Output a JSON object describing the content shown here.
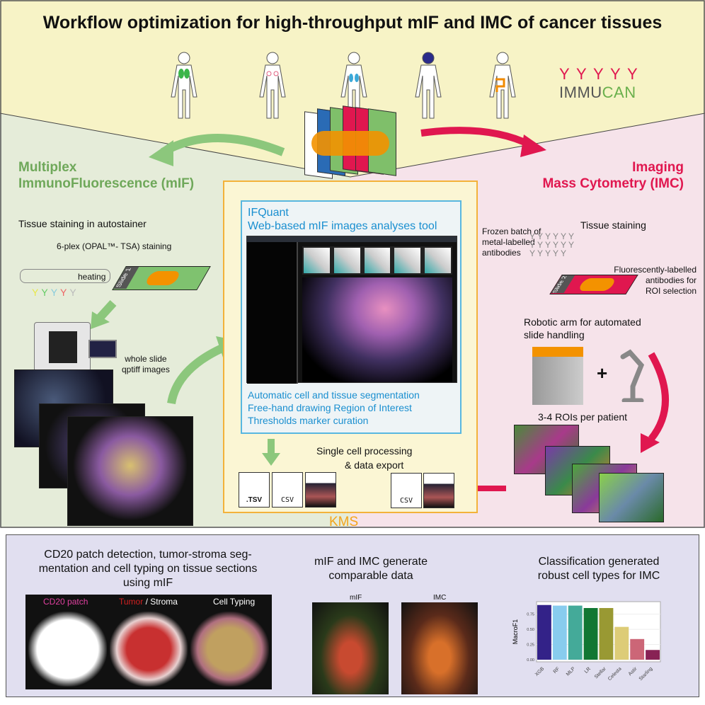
{
  "title": "Workflow optimization for high-throughput mIF and IMC of cancer tissues",
  "logo": {
    "text_a": "IMMU",
    "text_b": "CAN"
  },
  "mif": {
    "title_line1": "Multiplex",
    "title_line2": "ImmunoFluorescence (mIF)",
    "staining": "Tissue staining in autostainer",
    "plex": "6-plex (OPAL™- TSA) staining",
    "heating": "heating",
    "slide": "Slide 1",
    "images_line1": "whole slide",
    "images_line2": "qptiff images"
  },
  "imc": {
    "title_line1": "Imaging",
    "title_line2": "Mass Cytometry (IMC)",
    "staining": "Tissue staining",
    "frozen": [
      "Frozen batch of",
      "metal-labelled",
      "antibodies"
    ],
    "fluor": [
      "Fluorescently-labelled",
      "antibodies for",
      "ROI selection"
    ],
    "slide": "Slide 2",
    "robot": [
      "Robotic arm for automated",
      "slide handling"
    ],
    "plus": "+",
    "rois": "3-4 ROIs per patient"
  },
  "ifquant": {
    "name": "IFQuant",
    "subtitle": "Web-based mIF images analyses tool",
    "features": [
      "Automatic cell and tissue segmentation",
      "Free-hand drawing Region of Interest",
      "Thresholds marker curation"
    ]
  },
  "export": {
    "line1": "Single cell processing",
    "line2": "& data export",
    "files_left": [
      ".TSV",
      "CSV",
      ""
    ],
    "files_right": [
      "CSV",
      ""
    ]
  },
  "kms": "KMS",
  "bottom": {
    "panel1": {
      "title": [
        "CD20 patch detection, tumor-stroma seg-",
        "mentation and cell typing on tissue sections",
        "using mIF"
      ],
      "labels": {
        "cd20": "CD20 patch",
        "tumor": "Tumor",
        "stroma": " / Stroma",
        "celltyping": "Cell Typing"
      }
    },
    "panel2": {
      "title": [
        "mIF and IMC generate",
        "comparable data"
      ],
      "labels": [
        "mIF",
        "IMC"
      ]
    },
    "panel3": {
      "title": [
        "Classification generated",
        "robust cell types for IMC"
      ]
    }
  },
  "chart_data": {
    "type": "bar",
    "ylabel": "MacroF1",
    "xlabel": "",
    "categories": [
      "XGB",
      "RF",
      "MLP",
      "LR",
      "Stellar",
      "Celesta",
      "Astir",
      "Starling"
    ],
    "values": [
      0.9,
      0.89,
      0.89,
      0.85,
      0.85,
      0.54,
      0.34,
      0.16
    ],
    "colors": [
      "#332288",
      "#88ccee",
      "#44aa99",
      "#117733",
      "#999933",
      "#ddcc77",
      "#cc6677",
      "#882255"
    ],
    "yticks": [
      "0.00",
      "0.25",
      "0.50",
      "0.75"
    ],
    "ylim": [
      0,
      0.92
    ],
    "grid": true
  },
  "colors": {
    "mif_green": "#6fa85a",
    "imc_red": "#e0174f",
    "kms_orange": "#f3b23a",
    "ifquant_blue": "#1a8fd0"
  }
}
